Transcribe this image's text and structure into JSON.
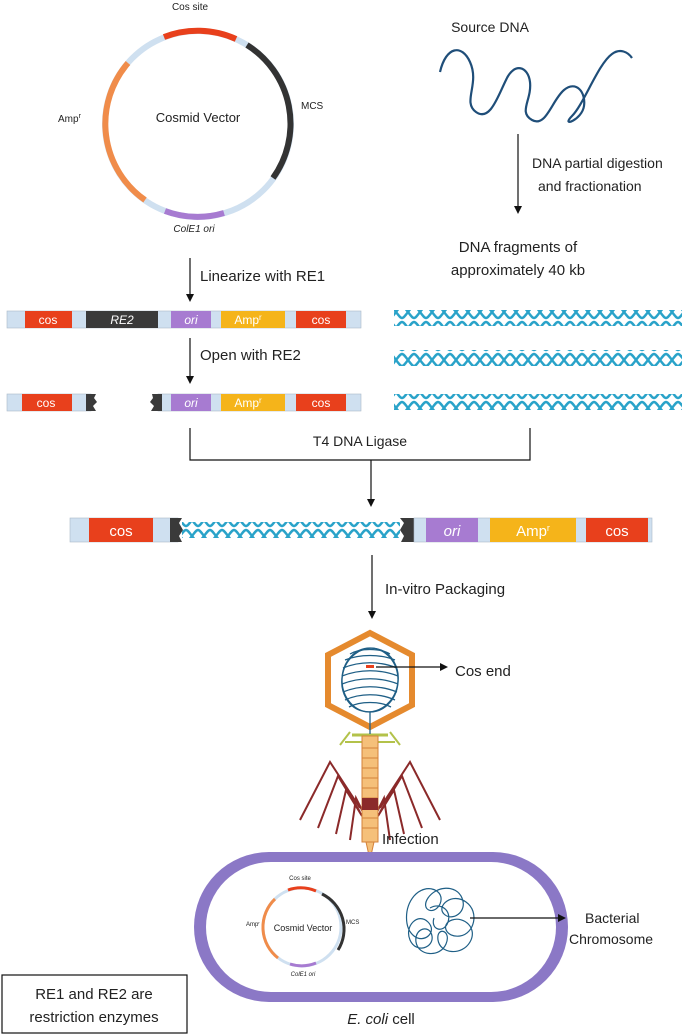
{
  "plasmid": {
    "center_label": "Cosmid Vector",
    "cos_site": "Cos site",
    "mcs": "MCS",
    "amp": "Amp",
    "amp_sup": "r",
    "ori": "ColE1 ori"
  },
  "source": {
    "label": "Source DNA",
    "digest_line1": "DNA partial digestion",
    "digest_line2": "and fractionation",
    "fragments_line1": "DNA fragments of",
    "fragments_line2": "approximately 40 kb"
  },
  "steps": {
    "linearize": "Linearize with RE1",
    "open": "Open with RE2",
    "ligase": "T4 DNA Ligase",
    "packaging": "In-vitro Packaging",
    "infection": "Infection"
  },
  "segments": {
    "cos": "cos",
    "re2": "RE2",
    "ori": "ori",
    "amp": "Amp",
    "amp_sup": "r"
  },
  "phage": {
    "cos_end": "Cos end"
  },
  "cell": {
    "label_italic": "E. coli",
    "label_rest": " cell",
    "chromosome_line1": "Bacterial",
    "chromosome_line2": "Chromosome"
  },
  "note": {
    "line1": "RE1 and RE2 are",
    "line2": "restriction enzymes"
  },
  "colors": {
    "cos": "#e8401c",
    "re2": "#3a3a3a",
    "ori": "#a77bd1",
    "amp": "#f5b41a",
    "backbone": "#cfe0f0",
    "plasmid_orange": "#f08c4a",
    "dna": "#2aa3c9",
    "source_dna": "#1f4e79",
    "capsid": "#e58a2e",
    "cell_wall": "#8b78c6"
  }
}
